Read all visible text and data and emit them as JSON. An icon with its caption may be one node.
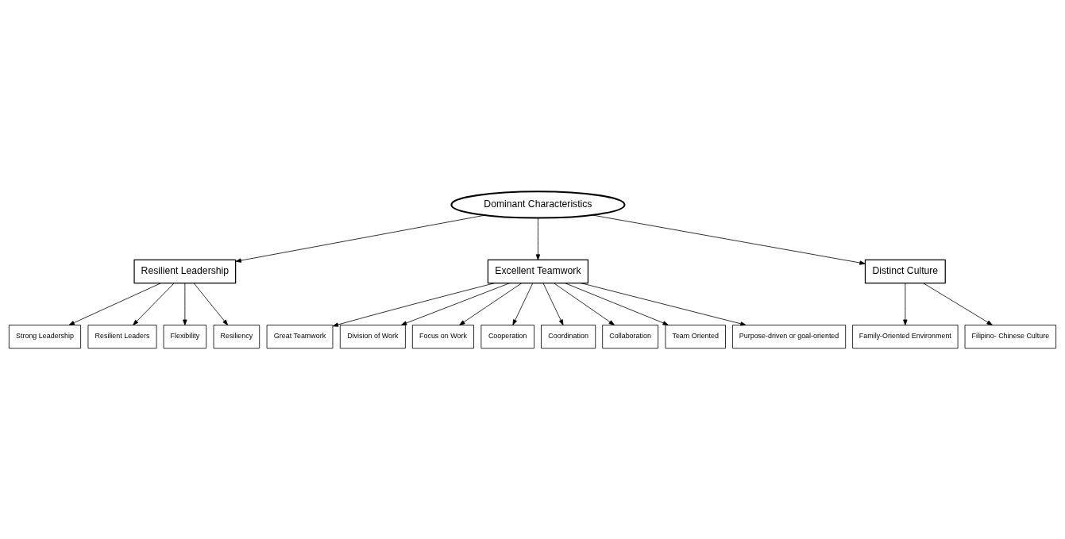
{
  "diagram": {
    "nodes": [
      {
        "text": [
          "Dominant Characteristics"
        ]
      },
      {
        "text": [
          "Resilient Leadership"
        ]
      },
      {
        "text": [
          "Strong Leadership"
        ]
      },
      {
        "text": [
          "Resilient Leaders"
        ]
      },
      {
        "text": [
          "Flexibility"
        ]
      },
      {
        "text": [
          "Resiliency"
        ]
      },
      {
        "text": [
          "Excellent Teamwork"
        ]
      },
      {
        "text": [
          "Great Teamwork"
        ]
      },
      {
        "text": [
          "Division of Work"
        ]
      },
      {
        "text": [
          "Focus on Work"
        ]
      },
      {
        "text": [
          "Cooperation"
        ]
      },
      {
        "text": [
          "Coordination"
        ]
      },
      {
        "text": [
          "Collaboration"
        ]
      },
      {
        "text": [
          "Team Oriented"
        ]
      },
      {
        "text": [
          "Purpose-driven or goal-oriented"
        ]
      },
      {
        "text": [
          "Distinct Culture"
        ]
      },
      {
        "text": [
          "Family-Oriented Environment"
        ]
      },
      {
        "text": [
          "Filipino- Chinese Culture"
        ]
      }
    ],
    "edges": [
      {
        "from": 0,
        "to": 1,
        "arrow": "to"
      },
      {
        "from": 1,
        "to": 2,
        "arrow": "to"
      },
      {
        "from": 1,
        "to": 3,
        "arrow": "to"
      },
      {
        "from": 1,
        "to": 4,
        "arrow": "to"
      },
      {
        "from": 1,
        "to": 5,
        "arrow": "to"
      },
      {
        "from": 0,
        "to": 6,
        "arrow": "to"
      },
      {
        "from": 6,
        "to": 7,
        "arrow": "to"
      },
      {
        "from": 6,
        "to": 8,
        "arrow": "to"
      },
      {
        "from": 6,
        "to": 9,
        "arrow": "to"
      },
      {
        "from": 6,
        "to": 10,
        "arrow": "to"
      },
      {
        "from": 6,
        "to": 11,
        "arrow": "to"
      },
      {
        "from": 6,
        "to": 12,
        "arrow": "to"
      },
      {
        "from": 6,
        "to": 13,
        "arrow": "to"
      },
      {
        "from": 6,
        "to": 14,
        "arrow": "to"
      },
      {
        "from": 0,
        "to": 15,
        "arrow": "to"
      },
      {
        "from": 15,
        "to": 16,
        "arrow": "to"
      },
      {
        "from": 15,
        "to": 17,
        "arrow": "to"
      }
    ]
  }
}
